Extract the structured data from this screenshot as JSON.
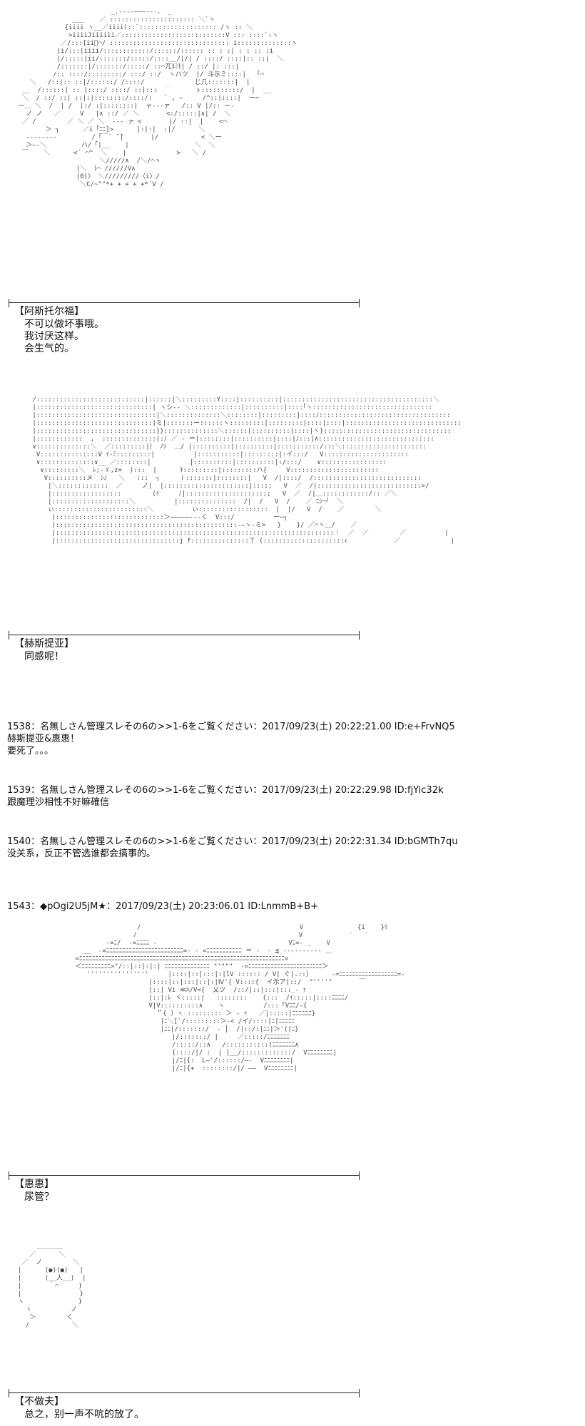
{
  "panels": [
    {
      "speaker": "【阿斯托尔福】",
      "lines": [
        "不可以做坏事哦。",
        "我讨厌这样。",
        "会生气的。"
      ]
    },
    {
      "speaker": "【赫斯提亚】",
      "lines": [
        "同感呢！"
      ]
    },
    {
      "speaker": "【惠惠】",
      "lines": [
        "尿管？"
      ]
    },
    {
      "speaker": "【不做夫】",
      "lines": [
        "总之，别一声不吭的放了。"
      ]
    }
  ],
  "posts": [
    {
      "header": "1538：名無しさん管理スレその6の>>1-6をご覧ください：2017/09/23(土) 20:22:21.00 ID:e+FrvNQ5",
      "lines": [
        "赫斯提亚&惠惠！",
        "要死了。。。"
      ]
    },
    {
      "header": "1539：名無しさん管理スレその6の>>1-6をご覧ください：2017/09/23(土) 20:22:29.98 ID:fjYic32k",
      "lines": [
        "跟魔理沙相性不好嘛確信"
      ]
    },
    {
      "header": "1540：名無しさん管理スレその6の>>1-6をご覧ください：2017/09/23(土) 20:22:31.34 ID:bGMTh7qu",
      "lines": [
        "没关系，反正不管选谁都会搞事的。"
      ]
    },
    {
      "header": "1543：◆pOgi2U5jM★：2017/09/23(土) 20:23:06.01 ID:LnmmB+B+",
      "lines": []
    }
  ]
}
